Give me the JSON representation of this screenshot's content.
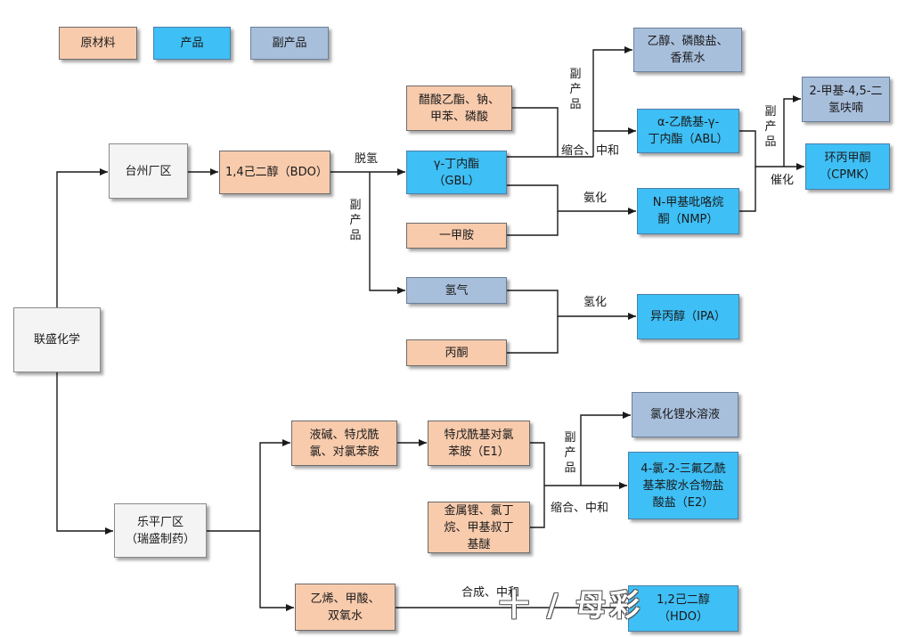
{
  "colors": {
    "raw": "#f8cbad",
    "product": "#3ebff5",
    "byproduct": "#a8bfdc",
    "plant": "#f4f4f4",
    "line": "#1a1a1a"
  },
  "legend": {
    "raw": "原材料",
    "product": "产品",
    "byproduct": "副产品"
  },
  "plants": {
    "company": "联盛化学",
    "taizhou": "台州厂区",
    "leping": "乐平厂区\n（瑞盛制药）"
  },
  "nodes": {
    "bdo": "1,4己二醇（BDO）",
    "ethyl_acetate": "醋酸乙酯、钠、\n甲苯、磷酸",
    "gbl": "γ-丁内酯\n（GBL）",
    "ethanol": "乙醇、磷酸盐、\n香蕉水",
    "abl": "α-乙酰基-γ-\n丁内酯（ABL）",
    "dihydrofuran": "2-甲基-4,5-二\n氢呋喃",
    "cpmk": "环丙甲酮\n（CPMK）",
    "nmp": "N-甲基吡咯烷\n酮（NMP）",
    "methylamine": "一甲胺",
    "hydrogen": "氢气",
    "acetone": "丙酮",
    "ipa": "异丙醇（IPA）",
    "liquid_alkali": "液碱、特戊酰\n氯、对氯苯胺",
    "e1": "特戊酰基对氯\n苯胺（E1）",
    "licl": "氯化锂水溶液",
    "e2": "4-氯-2-三氟乙酰\n基苯胺水合物盐\n酸盐（E2）",
    "lithium": "金属锂、氯丁\n烷、甲基叔丁\n基醚",
    "ethylene": "乙烯、甲酸、\n双氧水",
    "hdo": "1,2己二醇\n（HDO）"
  },
  "labels": {
    "dehydro": "脱氢",
    "byproduct_v1": "副产品",
    "byproduct_v2": "副产品",
    "byproduct_v3": "副产品",
    "byproduct_v4": "副产品",
    "condense_1": "缩合、中和",
    "hydro_1": "氨化",
    "hydro_2": "氢化",
    "catalysis": "催化",
    "condense_2": "缩合、中和",
    "synth": "合成、中和"
  },
  "watermark": "十 / 母彩"
}
